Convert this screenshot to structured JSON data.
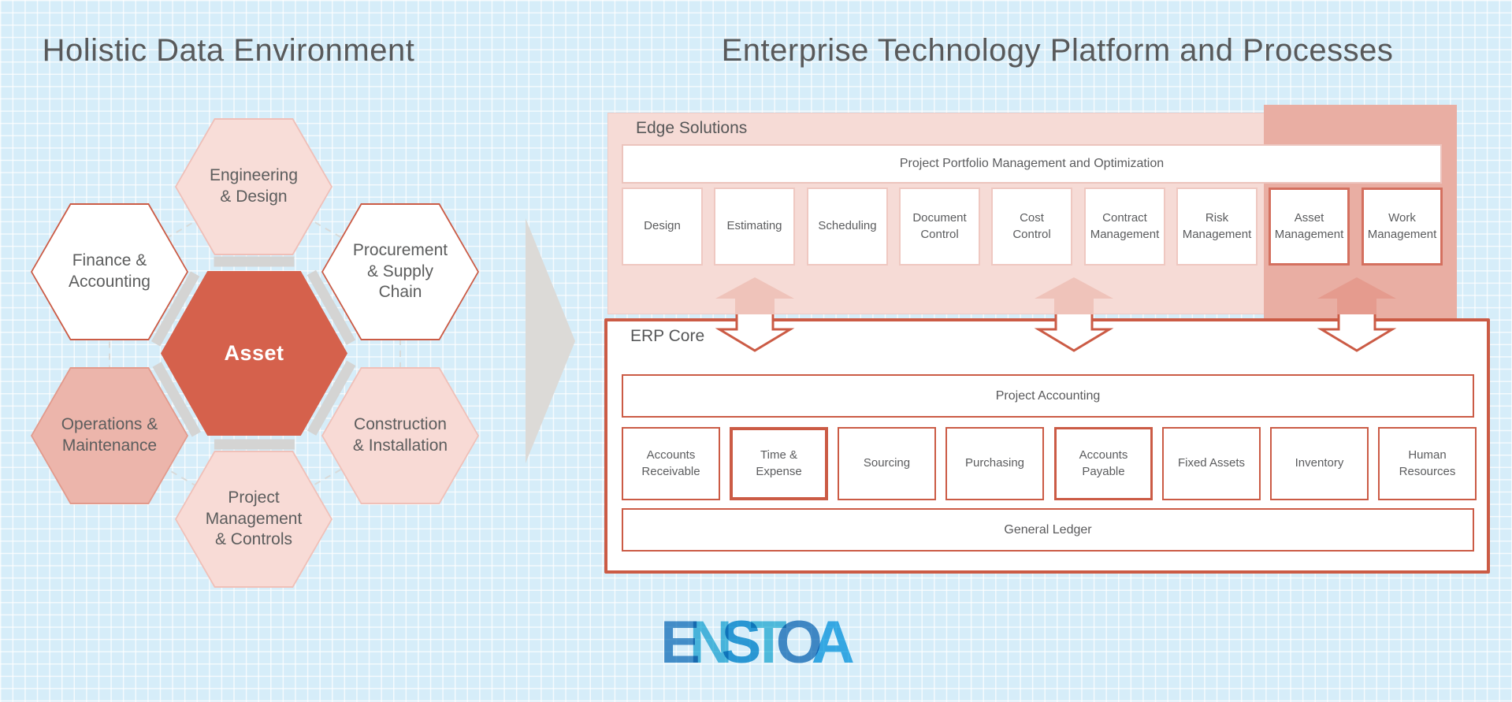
{
  "titles": {
    "left": "Holistic Data Environment",
    "right": "Enterprise Technology Platform and Processes"
  },
  "hexagons": {
    "engineering": {
      "label": "Engineering\n& Design"
    },
    "finance": {
      "label": "Finance &\nAccounting"
    },
    "procurement": {
      "label": "Procurement\n& Supply\nChain"
    },
    "asset": {
      "label": "Asset"
    },
    "operations": {
      "label": "Operations &\nMaintenance"
    },
    "construction": {
      "label": "Construction\n& Installation"
    },
    "project_mgmt": {
      "label": "Project\nManagement\n& Controls"
    }
  },
  "edge": {
    "label": "Edge Solutions",
    "ppm_label": "Project Portfolio Management and Optimization",
    "boxes": [
      {
        "label": "Design"
      },
      {
        "label": "Estimating"
      },
      {
        "label": "Scheduling"
      },
      {
        "label": "Document\nControl"
      },
      {
        "label": "Cost\nControl"
      },
      {
        "label": "Contract\nManagement"
      },
      {
        "label": "Risk\nManagement"
      },
      {
        "label": "Asset\nManagement"
      },
      {
        "label": "Work\nManagement"
      }
    ]
  },
  "erp": {
    "label": "ERP Core",
    "project_accounting": "Project Accounting",
    "general_ledger": "General Ledger",
    "boxes": [
      {
        "label": "Accounts\nReceivable"
      },
      {
        "label": "Time &\nExpense"
      },
      {
        "label": "Sourcing"
      },
      {
        "label": "Purchasing"
      },
      {
        "label": "Accounts\nPayable"
      },
      {
        "label": "Fixed Assets"
      },
      {
        "label": "Inventory"
      },
      {
        "label": "Human\nResources"
      }
    ]
  },
  "logo": {
    "letters": [
      "E",
      "N",
      "S",
      "T",
      "O",
      "A"
    ]
  },
  "colors": {
    "accent_red": "#cb5b45",
    "asset_fill": "#d5614c",
    "edge_panel_pink": "#f6dbd6",
    "edge_overlay_pink": "#e9aea3",
    "up_arrow_light": "#efc3ba",
    "up_arrow_dark": "#e59b8e",
    "background_blue": "#d6edf9",
    "gray_accent": "#dcdad7",
    "text_gray": "#58595b"
  }
}
